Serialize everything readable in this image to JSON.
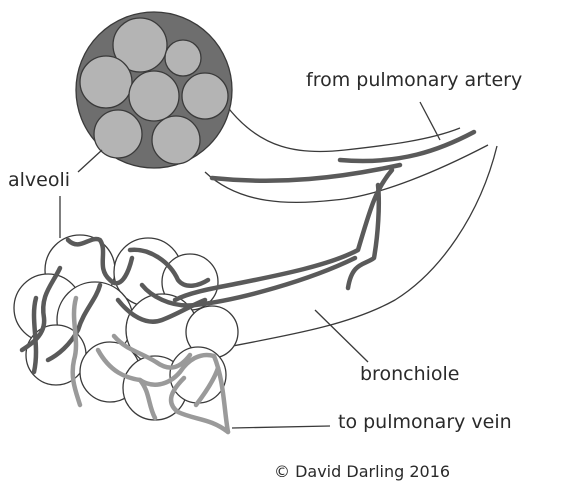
{
  "labels": {
    "artery": "from pulmonary artery",
    "alveoli": "alveoli",
    "bronchiole": "bronchiole",
    "vein": "to pulmonary vein"
  },
  "credit": "© David Darling 2016",
  "colors": {
    "artery_vessel": "#5a5a5a",
    "vein_vessel": "#9a9a9a",
    "alveolus_fill_top": "#b4b4b4",
    "outline": "#3a3a3a"
  }
}
